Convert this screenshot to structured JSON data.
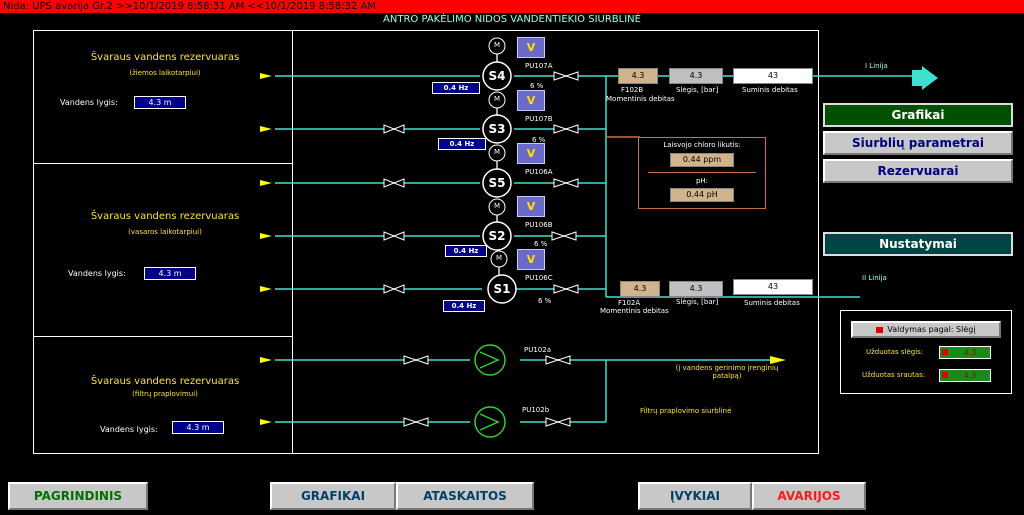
{
  "alarm_bar": "Nida: UPS avarija Gr.2 >>10/1/2019 8:58:31 AM <<10/1/2019 8:58:32 AM",
  "title": "ANTRO PAKĖLIMO NIDOS VANDENTIEKIO SIURBLINĖ",
  "reservoirs": [
    {
      "title": "Švaraus vandens rezervuaras",
      "subtitle": "(žiemos laikotarpiui)",
      "level_label": "Vandens lygis:",
      "level_value": "4.3 m"
    },
    {
      "title": "Švaraus vandens rezervuaras",
      "subtitle": "(vasaros laikotarpiui)",
      "level_label": "Vandens lygis:",
      "level_value": "4.3 m"
    },
    {
      "title": "Švaraus vandens rezervuaras",
      "subtitle": "(filtrų praplovimui)",
      "level_label": "Vandens lygis:",
      "level_value": "4.3 m"
    }
  ],
  "pumps": [
    {
      "name": "S4",
      "tag": "PU107A",
      "hz": "0.4 Hz",
      "pct": "6 %",
      "motor": "M",
      "v": "V"
    },
    {
      "name": "S3",
      "tag": "PU107B",
      "hz": "0.4 Hz",
      "pct": "6 %",
      "motor": "M",
      "v": "V"
    },
    {
      "name": "S5",
      "tag": "PU106A",
      "hz": "",
      "pct": "",
      "motor": "M",
      "v": "V"
    },
    {
      "name": "S2",
      "tag": "PU106B",
      "hz": "0.4 Hz",
      "pct": "6 %",
      "motor": "M",
      "v": "V"
    },
    {
      "name": "S1",
      "tag": "PU106C",
      "hz": "0.4 Hz",
      "pct": "6 %",
      "motor": "M",
      "v": "V"
    }
  ],
  "line1": {
    "flow_tag": "F102B",
    "flow_val": "4.3",
    "flow_label": "Momentinis debitas",
    "pressure_val": "4.3",
    "pressure_label": "Slėgis, [bar]",
    "total_val": "43",
    "total_label": "Suminis debitas",
    "line_label": "I Linija"
  },
  "line2": {
    "flow_tag": "F102A",
    "flow_val": "4.3",
    "flow_label": "Momentinis debitas",
    "pressure_val": "4.3",
    "pressure_label": "Slėgis, [bar]",
    "total_val": "43",
    "total_label": "Suminis debitas",
    "line_label": "II Linija"
  },
  "chlorine": {
    "label": "Laisvojo chloro likutis:",
    "value": "0.44 ppm",
    "ph_label": "pH:",
    "ph_value": "0.44 pH"
  },
  "filter_pumps": [
    {
      "tag": "PU102a",
      "dest": "(į vandens gerinimo įrenginių patalpą)"
    },
    {
      "tag": "PU102b",
      "dest": "Filtrų praplovimo siurblinė"
    }
  ],
  "side_buttons": {
    "grafikai": "Grafikai",
    "parametrai": "Siurblių parametrai",
    "rezervuarai": "Rezervuarai",
    "nustatymai": "Nustatymai"
  },
  "control": {
    "mode_button": "Valdymas pagal: Slėgį",
    "pressure_label": "Užduotas slėgis:",
    "pressure_value": "4.3",
    "flow_label": "Užduotas srautas:",
    "flow_value": "4.3"
  },
  "bottom_nav": {
    "pagrindinis": "PAGRINDINIS",
    "grafikai": "GRAFIKAI",
    "ataskaitos": "ATASKAITOS",
    "ivykiai": "ĮVYKIAI",
    "avarijos": "AVARIJOS"
  },
  "colors": {
    "pipe": "#40e0d0",
    "flow_arrow": "#ffff00",
    "alarm": "#ff0000",
    "label_yellow": "#ffe135"
  }
}
